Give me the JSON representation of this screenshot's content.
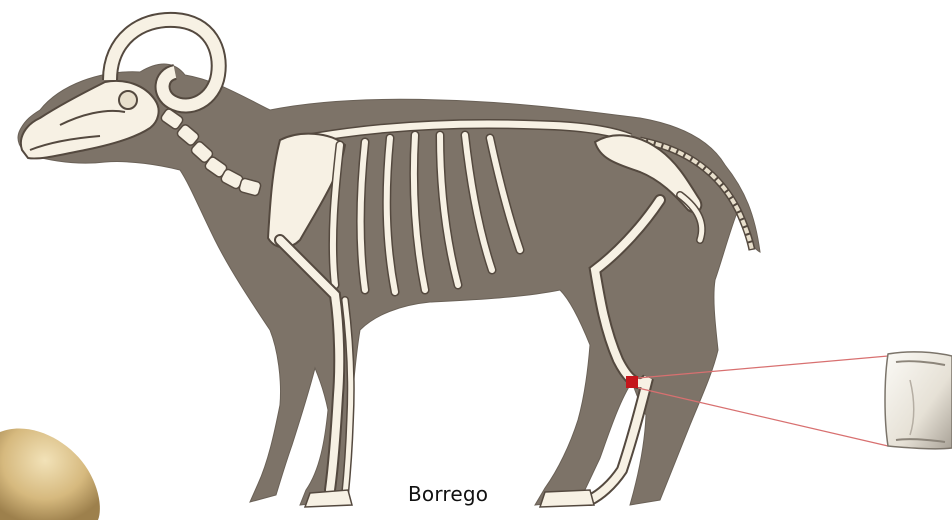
{
  "caption": "Borrego",
  "colors": {
    "body": "#7d7368",
    "bone": "#f7f1e4",
    "bone_outline": "#54493f",
    "highlight": "#c4161c",
    "callout_line": "#d87070",
    "stone": "#d9c08a"
  },
  "icons": {
    "skeleton": "sheep-skeleton-illustration",
    "detail": "bone-fragment-photo",
    "corner": "stone-ball-photo"
  }
}
